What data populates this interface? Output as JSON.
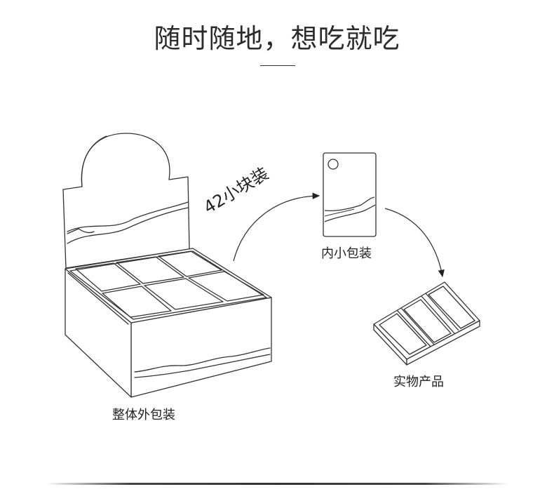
{
  "header": {
    "title": "随时随地，想吃就吃"
  },
  "labels": {
    "box": "整体外包装",
    "quantity": "42小块装",
    "inner_pack": "内小包装",
    "product": "实物产品"
  },
  "colors": {
    "line": "#333333",
    "text": "#222222",
    "background": "#ffffff"
  }
}
